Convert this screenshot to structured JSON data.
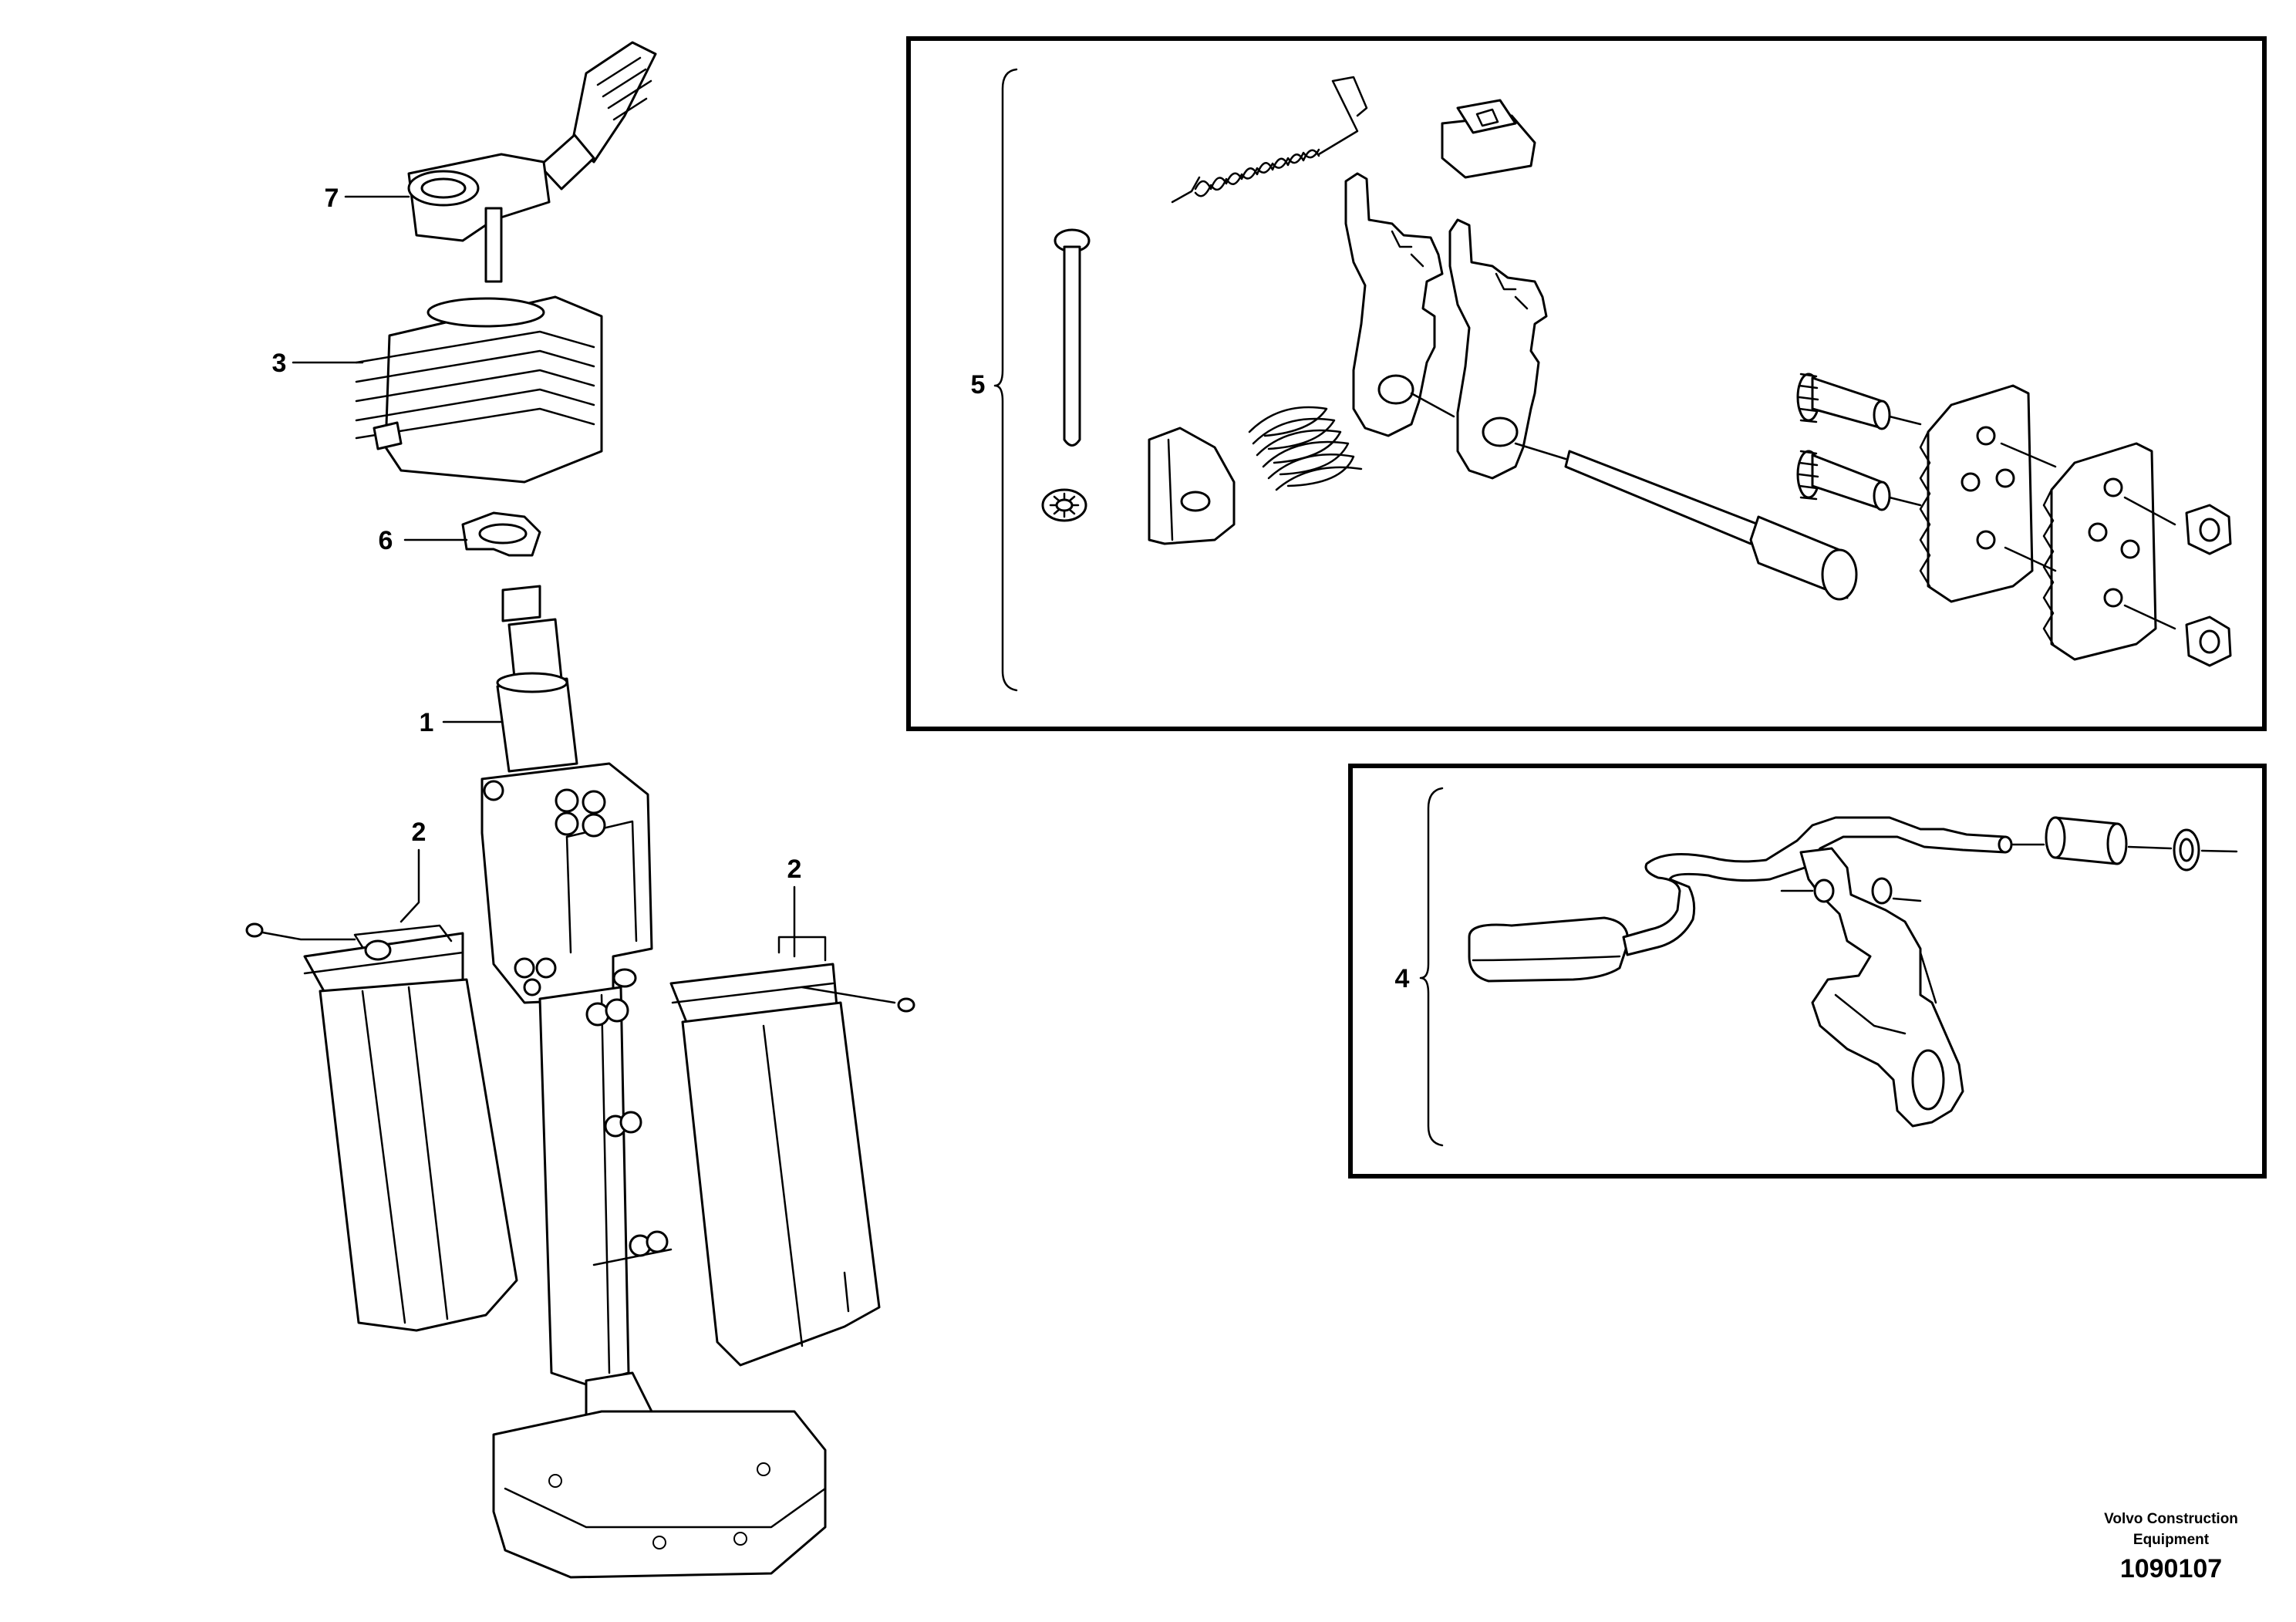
{
  "callouts": {
    "c1": "1",
    "c2a": "2",
    "c2b": "2",
    "c3": "3",
    "c4": "4",
    "c5": "5",
    "c6": "6",
    "c7": "7"
  },
  "caption": {
    "company_line1": "Volvo Construction",
    "company_line2": "Equipment",
    "drawing_number": "1090107"
  }
}
